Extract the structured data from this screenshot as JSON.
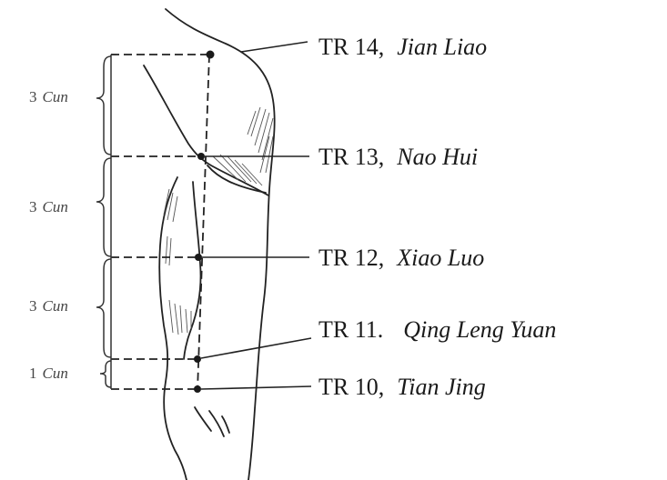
{
  "points": [
    {
      "code": "TR 14,",
      "name": "Jian Liao"
    },
    {
      "code": "TR 13,",
      "name": "Nao Hui"
    },
    {
      "code": "TR 12,",
      "name": "Xiao Luo"
    },
    {
      "code": "TR 11.",
      "name": "Qing Leng Yuan"
    },
    {
      "code": "TR 10,",
      "name": "Tian Jing"
    }
  ],
  "measurements": [
    {
      "num": "3",
      "unit": "Cun"
    },
    {
      "num": "3",
      "unit": "Cun"
    },
    {
      "num": "3",
      "unit": "Cun"
    },
    {
      "num": "1",
      "unit": "Cun"
    }
  ]
}
